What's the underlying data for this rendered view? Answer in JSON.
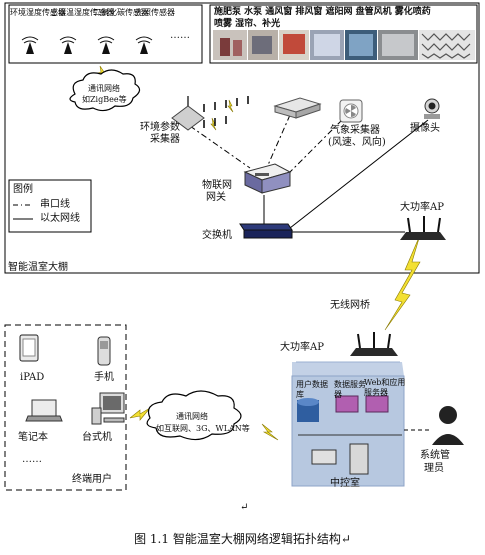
{
  "sensors": {
    "items": [
      "环境湿度传感器",
      "土壤温湿度传感器",
      "二氧化碳传感器",
      "光照传感器"
    ],
    "more": "……"
  },
  "devices": {
    "line1": "施肥泵 水泵 通风窗 排风窗 遮阳网 盘管风机  雾化喷药",
    "line2": "喷雾 湿帘、补光"
  },
  "comm_cloud_top": {
    "line1": "通讯网络",
    "line2": "如ZigBee等"
  },
  "env_collector": {
    "line1": "环境参数",
    "line2": "采集器"
  },
  "weather_collector": {
    "line1": "气象采集器",
    "line2": "(风速、风向)"
  },
  "camera": "摄像头",
  "iot_gateway": {
    "line1": "物联网",
    "line2": "网关"
  },
  "switch": "交换机",
  "ap_top": "大功率AP",
  "legend": {
    "title": "图例",
    "serial": "串口线",
    "ethernet": "以太网线"
  },
  "greenhouse_label": "智能温室大棚",
  "wireless_bridge": "无线网桥",
  "ap_bottom": "大功率AP",
  "terminal": {
    "ipad": "iPAD",
    "phone": "手机",
    "laptop": "笔记本",
    "desktop": "台式机",
    "more": "……",
    "label": "终端用户"
  },
  "comm_cloud_bottom": {
    "line1": "通讯网络",
    "line2": "如互联网、3G、WLAN等"
  },
  "servers": {
    "user_db": "用户数据库",
    "data_service": "数据服务器",
    "web_app": "Web和应用服务器"
  },
  "control_room": "中控室",
  "admin": {
    "line1": "系统管",
    "line2": "理员"
  },
  "mark": "↵",
  "caption": "图 1.1  智能温室大棚网络逻辑拓扑结构↵"
}
